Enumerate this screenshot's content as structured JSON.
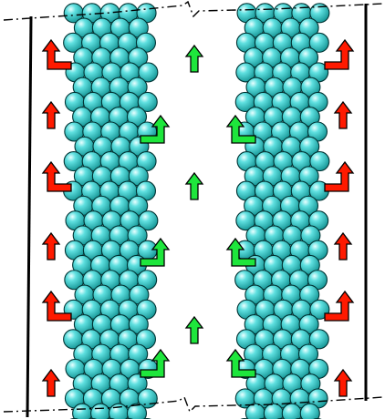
{
  "diagram": {
    "colors": {
      "background": "#ffffff",
      "outer_wall": "#000000",
      "break_line": "#000000",
      "particle_fill": "#36c9c9",
      "particle_highlight": "#e9ffff",
      "particle_edge": "#003333",
      "outer_flow_arrow": "#ff1a00",
      "inner_flow_arrow": "#1ee63c",
      "arrow_edge": "#000000"
    },
    "particle_beds": [
      {
        "id": "left-bed"
      },
      {
        "id": "right-bed"
      }
    ],
    "outer_arrows": {
      "left": [
        "bent",
        "straight",
        "bent",
        "straight",
        "bent",
        "straight"
      ],
      "right": [
        "bent",
        "straight",
        "bent",
        "straight",
        "bent",
        "straight"
      ]
    },
    "inner_arrows": {
      "left": [
        "bent",
        "bent",
        "bent"
      ],
      "right": [
        "bent",
        "bent",
        "bent"
      ],
      "center": [
        "up",
        "up",
        "up"
      ]
    }
  }
}
